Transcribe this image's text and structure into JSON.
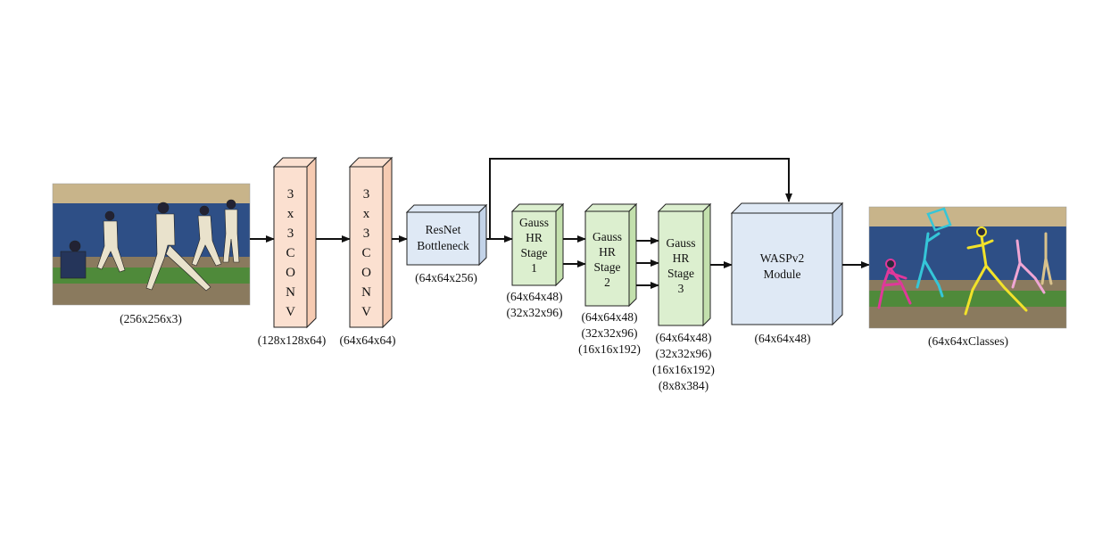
{
  "input": {
    "caption": "(256x256x3)"
  },
  "conv1": {
    "letters": [
      "3",
      "x",
      "3",
      "C",
      "O",
      "N",
      "V"
    ],
    "dims": "(128x128x64)"
  },
  "conv2": {
    "letters": [
      "3",
      "x",
      "3",
      "C",
      "O",
      "N",
      "V"
    ],
    "dims": "(64x64x64)"
  },
  "bottleneck": {
    "line1": "ResNet",
    "line2": "Bottleneck",
    "dims": "(64x64x256)"
  },
  "stage1": {
    "line1": "Gauss",
    "line2": "HR",
    "line3": "Stage",
    "line4": "1",
    "dims": [
      "(64x64x48)",
      "(32x32x96)"
    ]
  },
  "stage2": {
    "line1": "Gauss",
    "line2": "HR",
    "line3": "Stage",
    "line4": "2",
    "dims": [
      "(64x64x48)",
      "(32x32x96)",
      "(16x16x192)"
    ]
  },
  "stage3": {
    "line1": "Gauss",
    "line2": "HR",
    "line3": "Stage",
    "line4": "3",
    "dims": [
      "(64x64x48)",
      "(32x32x96)",
      "(16x16x192)",
      "(8x8x384)"
    ]
  },
  "wasp": {
    "line1": "WASPv2",
    "line2": "Module",
    "dims": "(64x64x48)"
  },
  "output": {
    "caption": "(64x64xClasses)"
  },
  "colors": {
    "conv_fill": "#fbe0d0",
    "conv_side": "#f6cbb2",
    "blue_fill": "#dfe9f5",
    "blue_side": "#c3d3e8",
    "green_fill": "#dcefcf",
    "green_side": "#c3e0ad",
    "stroke": "#222222"
  }
}
